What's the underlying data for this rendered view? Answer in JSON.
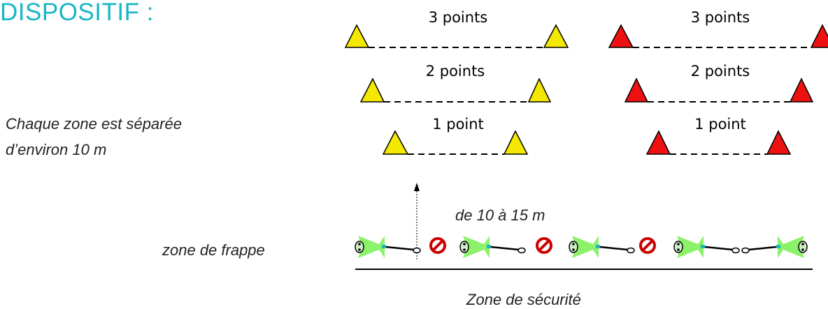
{
  "title": "DISPOSITIF :",
  "note_line1": "Chaque zone est séparée",
  "note_line2": "d’environ 10 m",
  "zone_frappe": "zone de frappe",
  "distance_label": "de 10 à 15 m",
  "zone_securite": "Zone de sécurité",
  "left_group": {
    "cone_color": "#f5e800",
    "rows": [
      {
        "label": "3 points"
      },
      {
        "label": "2 points"
      },
      {
        "label": "1 point"
      }
    ]
  },
  "right_group": {
    "cone_color": "#ee1111",
    "rows": [
      {
        "label": "3 points"
      },
      {
        "label": "2 points"
      },
      {
        "label": "1 point"
      }
    ]
  },
  "colors": {
    "title": "#19b6c6",
    "tee_mat": "#8cf26a",
    "no_symbol": "#cc0000"
  },
  "icons": [
    "cone-icon",
    "golf-tee-icon",
    "golf-club-icon",
    "no-entry-icon",
    "arrow-up-icon"
  ]
}
